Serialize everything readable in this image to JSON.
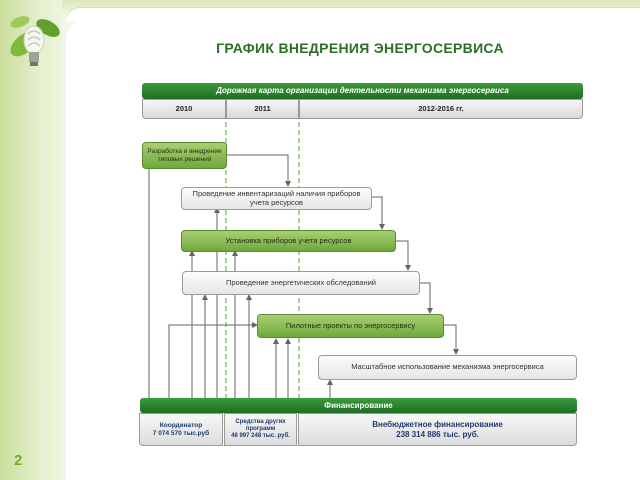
{
  "slide": {
    "title": "ГРАФИК ВНЕДРЕНИЯ ЭНЕРГОСЕРВИСА",
    "page_number": "2"
  },
  "roadmap": {
    "header": "Дорожная карта организации деятельности  механизма энергосервиса",
    "years": [
      "2010",
      "2011",
      "2012-2016 гг."
    ]
  },
  "steps": {
    "develop": "Разработка и внедрение типовых решений",
    "inventory": "Проведение инвентаризаций наличия приборов учета ресурсов",
    "meters": "Установка приборов учета ресурсов",
    "audits": "Проведение энергетических обследований",
    "pilot": "Пилотные проекты по энергосервису",
    "scale": "Масштабное использование механизма энергосервиса"
  },
  "financing": {
    "header": "Финансирование",
    "coordinator": {
      "label": "Координатор",
      "amount": "7 074 570 тыс.руб"
    },
    "other_programs": {
      "label": "Средства других программ",
      "amount": "46 997 248  тыс. руб."
    },
    "offbudget": {
      "label": "Внебюджетное финансирование",
      "amount": "238 314 886 тыс. руб."
    }
  },
  "colors": {
    "dark_green": "#1f6e25",
    "light_green": "#8fbe58",
    "title_green": "#2e6e28",
    "arrow_gray": "#666666",
    "dashed_green": "#5aa63a"
  }
}
